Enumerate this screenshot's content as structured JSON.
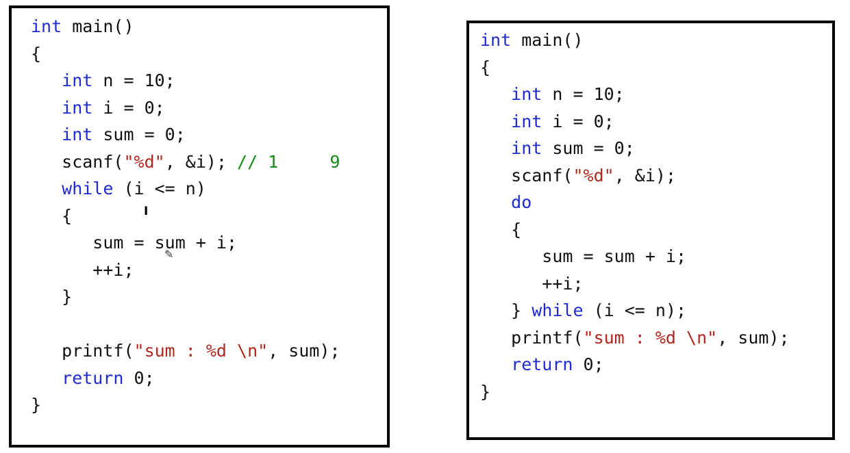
{
  "colors": {
    "keyword": "#1f2bd0",
    "string": "#b3261e",
    "comment": "#138a13",
    "text": "#111111",
    "border": "#000000",
    "background": "#ffffff"
  },
  "left_panel": {
    "lines": [
      [
        {
          "t": "int",
          "k": "kw"
        },
        {
          "t": " main()",
          "k": "plain"
        }
      ],
      [
        {
          "t": "{",
          "k": "plain"
        }
      ],
      [
        {
          "t": "   ",
          "k": "plain"
        },
        {
          "t": "int",
          "k": "kw"
        },
        {
          "t": " n = 10;",
          "k": "plain"
        }
      ],
      [
        {
          "t": "   ",
          "k": "plain"
        },
        {
          "t": "int",
          "k": "kw"
        },
        {
          "t": " i = 0;",
          "k": "plain"
        }
      ],
      [
        {
          "t": "   ",
          "k": "plain"
        },
        {
          "t": "int",
          "k": "kw"
        },
        {
          "t": " sum = 0;",
          "k": "plain"
        }
      ],
      [
        {
          "t": "   scanf(",
          "k": "plain"
        },
        {
          "t": "\"%d\"",
          "k": "str"
        },
        {
          "t": ", &i); ",
          "k": "plain"
        },
        {
          "t": "// 1     9",
          "k": "cm"
        }
      ],
      [
        {
          "t": "   ",
          "k": "plain"
        },
        {
          "t": "while",
          "k": "kw"
        },
        {
          "t": " (i <= n)",
          "k": "plain"
        }
      ],
      [
        {
          "t": "   {",
          "k": "plain"
        }
      ],
      [
        {
          "t": "      sum = sum + i;",
          "k": "plain"
        }
      ],
      [
        {
          "t": "      ++i;",
          "k": "plain"
        }
      ],
      [
        {
          "t": "   }",
          "k": "plain"
        }
      ],
      [
        {
          "t": "",
          "k": "plain"
        }
      ],
      [
        {
          "t": "   printf(",
          "k": "plain"
        },
        {
          "t": "\"sum : %d \\n\"",
          "k": "str"
        },
        {
          "t": ", sum);",
          "k": "plain"
        }
      ],
      [
        {
          "t": "   ",
          "k": "plain"
        },
        {
          "t": "return",
          "k": "kw"
        },
        {
          "t": " 0;",
          "k": "plain"
        }
      ],
      [
        {
          "t": "}",
          "k": "plain"
        }
      ]
    ],
    "cursor_icon": "text-cursor-icon",
    "pencil_icon": "pencil-icon"
  },
  "right_panel": {
    "lines": [
      [
        {
          "t": "int",
          "k": "kw"
        },
        {
          "t": " main()",
          "k": "plain"
        }
      ],
      [
        {
          "t": "{",
          "k": "plain"
        }
      ],
      [
        {
          "t": "   ",
          "k": "plain"
        },
        {
          "t": "int",
          "k": "kw"
        },
        {
          "t": " n = 10;",
          "k": "plain"
        }
      ],
      [
        {
          "t": "   ",
          "k": "plain"
        },
        {
          "t": "int",
          "k": "kw"
        },
        {
          "t": " i = 0;",
          "k": "plain"
        }
      ],
      [
        {
          "t": "   ",
          "k": "plain"
        },
        {
          "t": "int",
          "k": "kw"
        },
        {
          "t": " sum = 0;",
          "k": "plain"
        }
      ],
      [
        {
          "t": "   scanf(",
          "k": "plain"
        },
        {
          "t": "\"%d\"",
          "k": "str"
        },
        {
          "t": ", &i);",
          "k": "plain"
        }
      ],
      [
        {
          "t": "   ",
          "k": "plain"
        },
        {
          "t": "do",
          "k": "kw"
        }
      ],
      [
        {
          "t": "   {",
          "k": "plain"
        }
      ],
      [
        {
          "t": "      sum = sum + i;",
          "k": "plain"
        }
      ],
      [
        {
          "t": "      ++i;",
          "k": "plain"
        }
      ],
      [
        {
          "t": "   } ",
          "k": "plain"
        },
        {
          "t": "while",
          "k": "kw"
        },
        {
          "t": " (i <= n);",
          "k": "plain"
        }
      ],
      [
        {
          "t": "   printf(",
          "k": "plain"
        },
        {
          "t": "\"sum : %d \\n\"",
          "k": "str"
        },
        {
          "t": ", sum);",
          "k": "plain"
        }
      ],
      [
        {
          "t": "   ",
          "k": "plain"
        },
        {
          "t": "return",
          "k": "kw"
        },
        {
          "t": " 0;",
          "k": "plain"
        }
      ],
      [
        {
          "t": "}",
          "k": "plain"
        }
      ]
    ]
  }
}
